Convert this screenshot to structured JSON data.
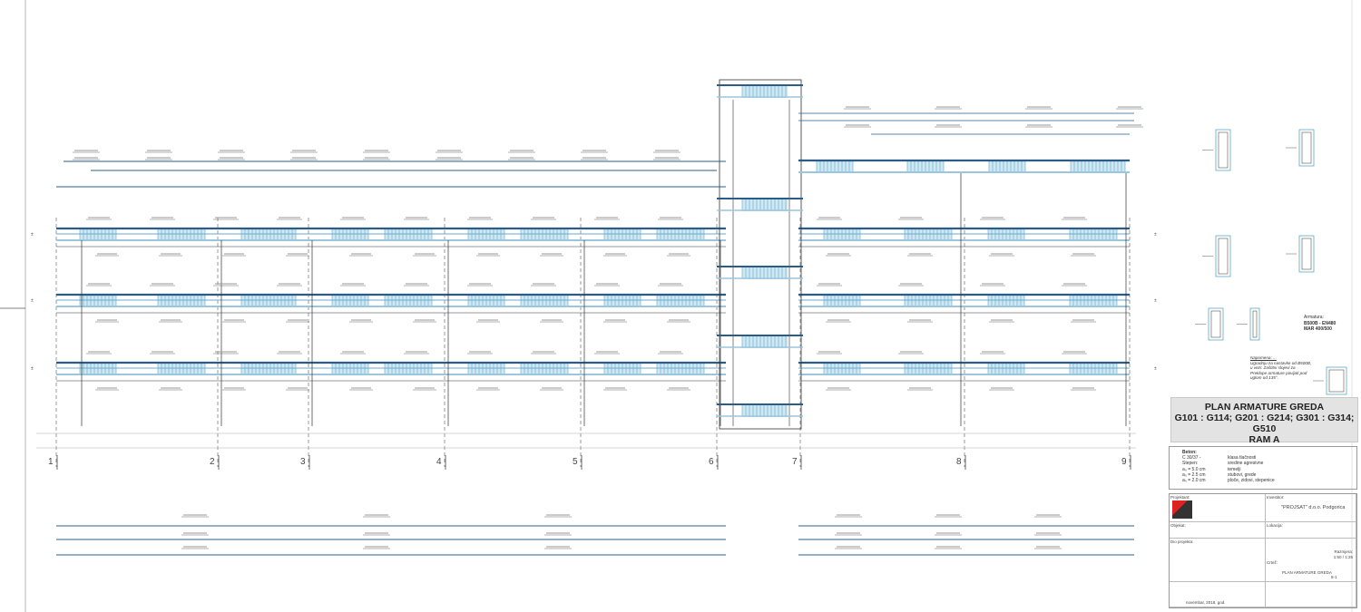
{
  "title": {
    "line1": "PLAN ARMATURE GREDA",
    "line2": "G101 : G114; G201 : G214; G301 : G314; G510",
    "line3": "RAM A"
  },
  "axes": [
    "1",
    "2",
    "3",
    "4",
    "5",
    "6",
    "7",
    "8",
    "9"
  ],
  "materials": {
    "heading": "Armatura:",
    "line1": "B500B - EN480",
    "line2": "MAR 400/500"
  },
  "note": {
    "heading": "Napomena: ...",
    "lines": [
      "Ugradnju za nastavke od B500B,",
      "u vezi: Zaštitni slojevi za",
      "Preklope armature povijati pod",
      "uglom od 135°."
    ]
  },
  "concrete": {
    "heading": "Beton:",
    "rows": [
      [
        "C 30/37 -",
        "klasa tlačnosti"
      ],
      [
        "Stepen:",
        "sredine agresivne"
      ],
      [
        "a₀ = 5.0 cm",
        "temelji"
      ],
      [
        "a₀ = 2.5 cm",
        "stubovi, grede"
      ],
      [
        "a₀ = 2.0 cm",
        "ploče, zidovi, stepenice"
      ]
    ]
  },
  "titleblock": {
    "investor_label": "Investitor:",
    "investor": "\"PROJSAT\" d.o.o. Podgorica",
    "designer_label": "Projektant:",
    "object_label": "Objekat:",
    "location_label": "Lokacija:",
    "part_label": "Dio projekta:",
    "drawing_label": "Crtež:",
    "drawing": "PLAN ARMATURE GREDA",
    "scale_label": "Razmjera:",
    "scale": "1:50 / 1:25",
    "sheet": "8-1",
    "date": "novembar, 2018. god."
  }
}
